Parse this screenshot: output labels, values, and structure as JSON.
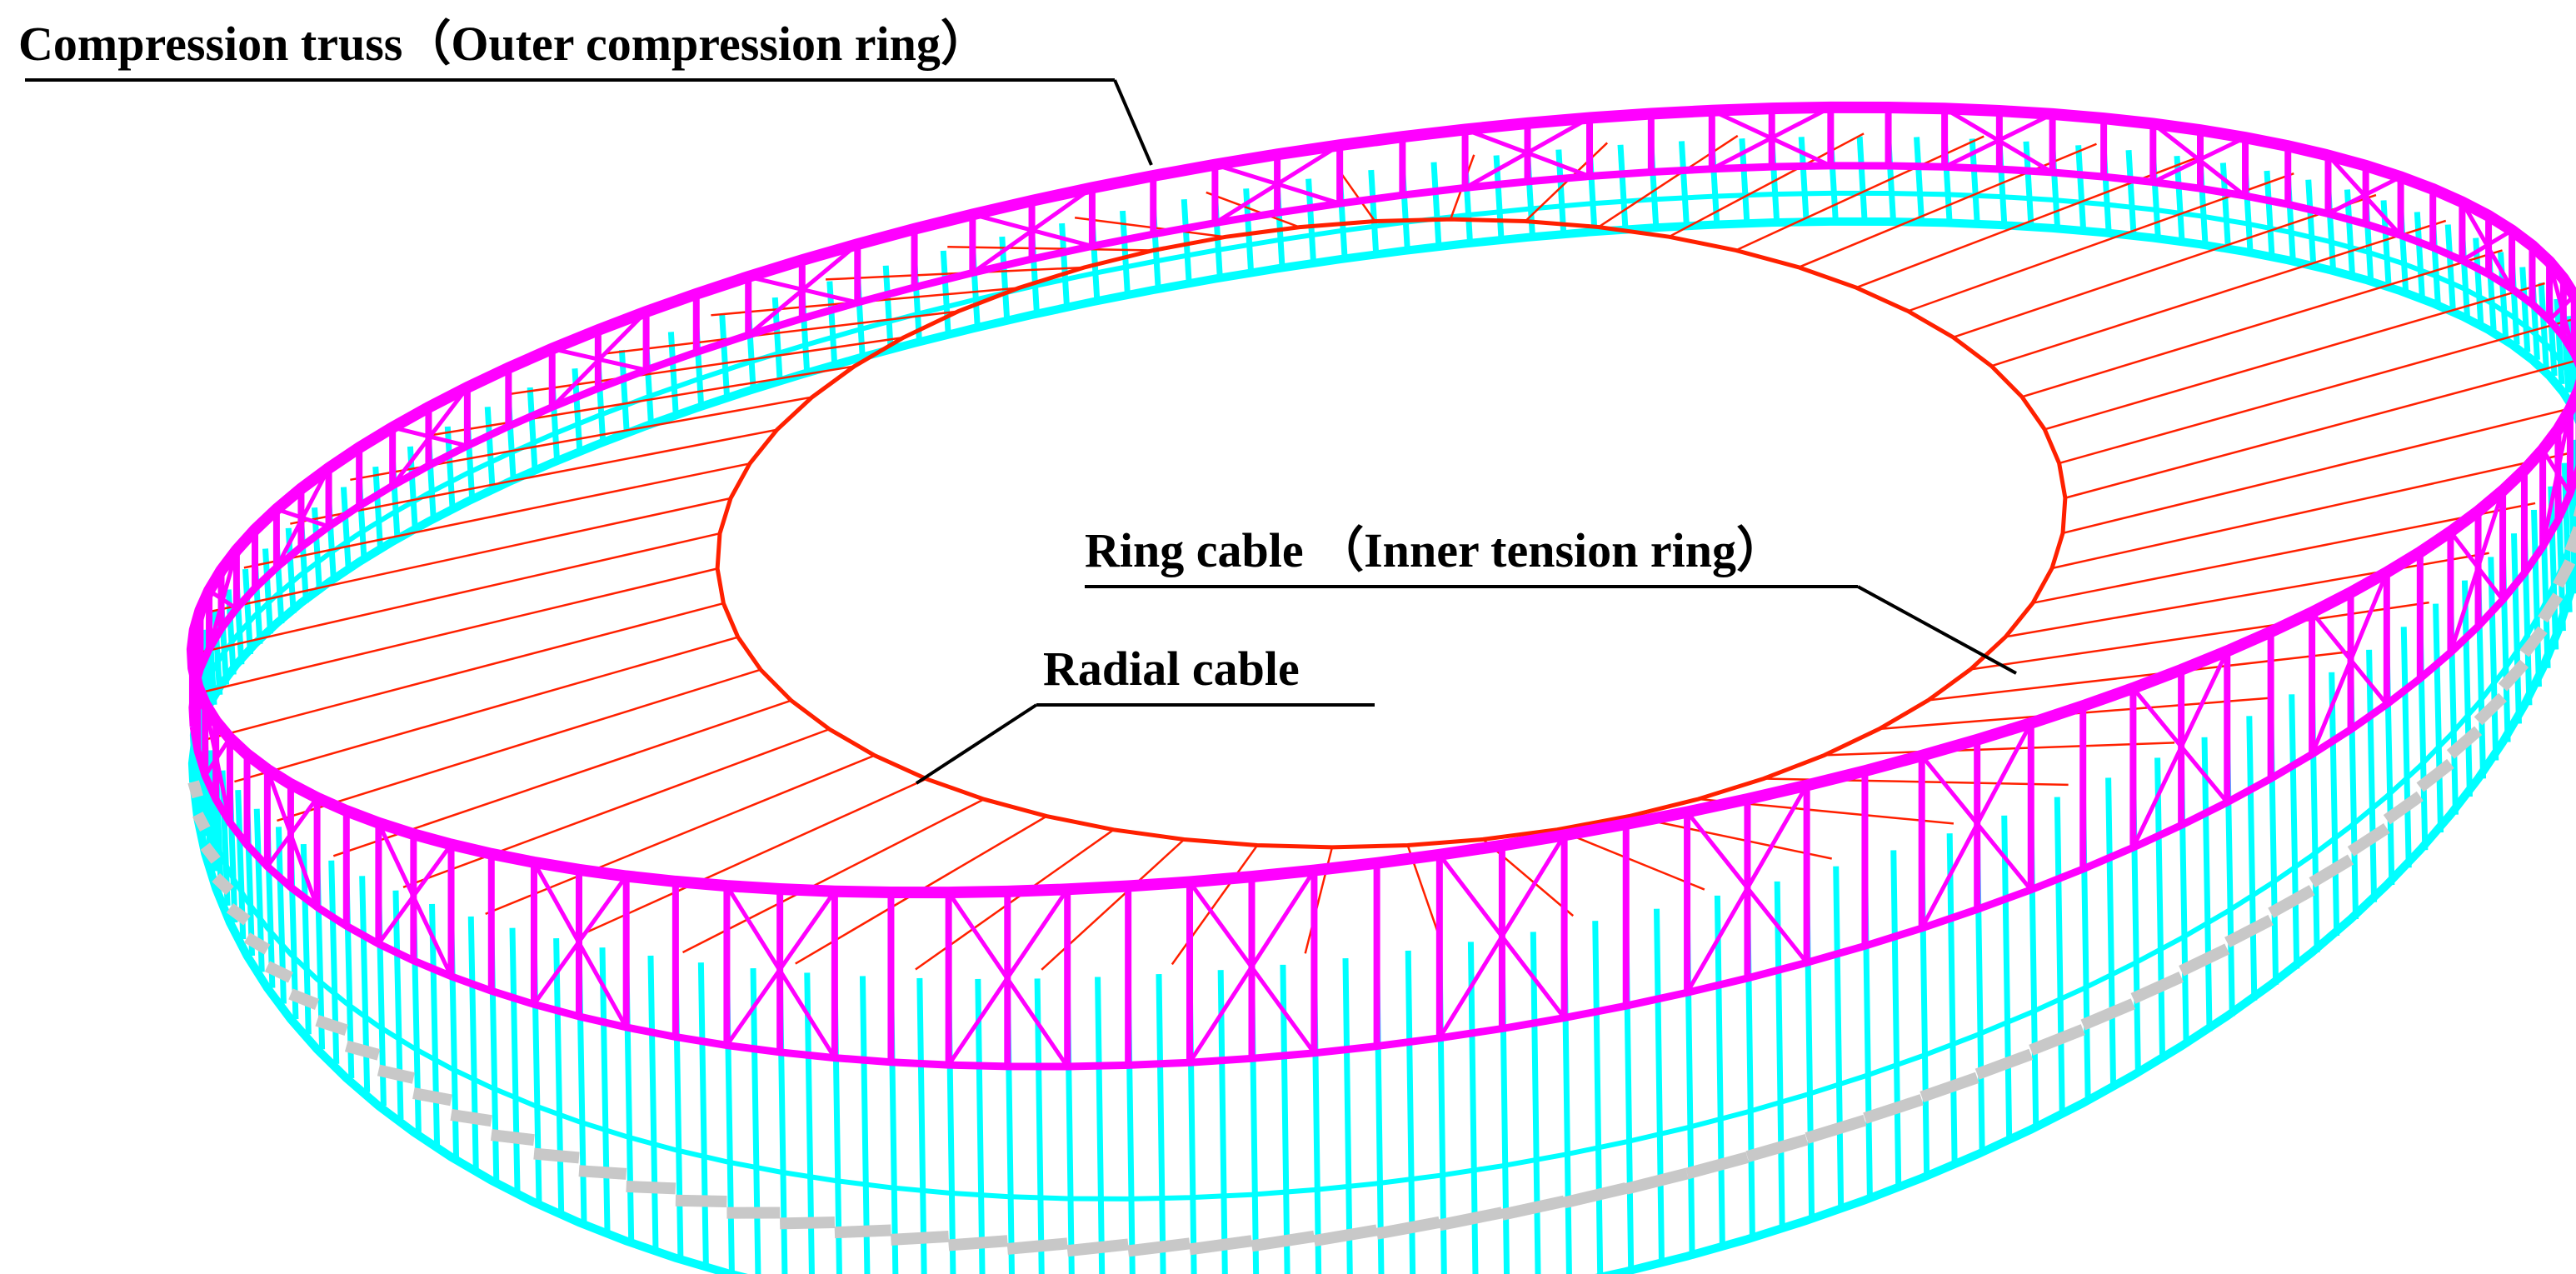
{
  "labels": {
    "compression_truss": "Compression truss（Outer compression ring）",
    "ring_cable": "Ring cable （Inner tension ring）",
    "radial_cable": "Radial cable"
  },
  "colors": {
    "background": "#ffffff",
    "compression_truss": "#ff00ff",
    "substructure": "#00ffff",
    "cables": "#ff2000",
    "seating": "#c8c8c8",
    "leader_lines": "#000000"
  }
}
